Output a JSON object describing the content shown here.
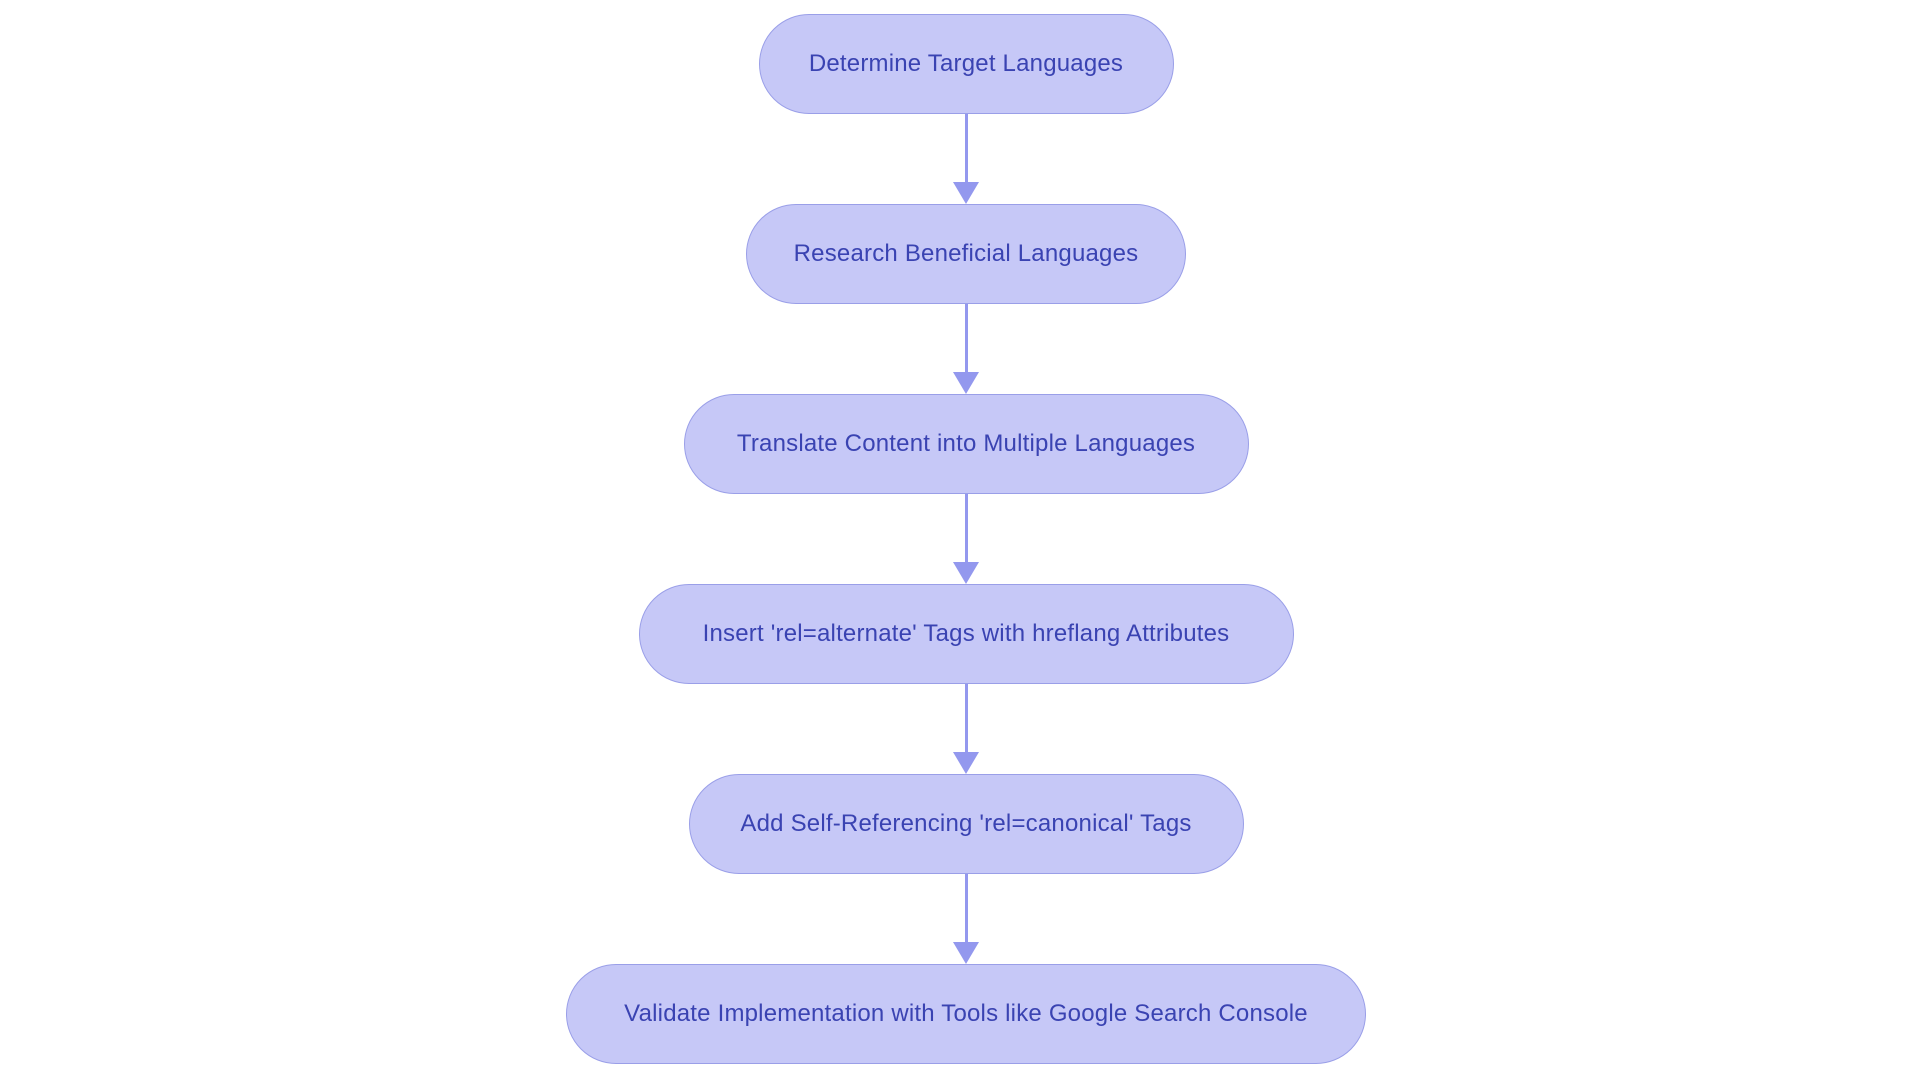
{
  "diagram": {
    "type": "flowchart",
    "direction": "top-down",
    "nodes": [
      {
        "label": "Determine Target Languages"
      },
      {
        "label": "Research Beneficial Languages"
      },
      {
        "label": "Translate Content into Multiple Languages"
      },
      {
        "label": "Insert 'rel=alternate' Tags with hreflang Attributes"
      },
      {
        "label": "Add Self-Referencing 'rel=canonical' Tags"
      },
      {
        "label": "Validate Implementation with Tools like Google Search Console"
      }
    ],
    "edges": [
      {
        "from": 0,
        "to": 1
      },
      {
        "from": 1,
        "to": 2
      },
      {
        "from": 2,
        "to": 3
      },
      {
        "from": 3,
        "to": 4
      },
      {
        "from": 4,
        "to": 5
      }
    ]
  },
  "colors": {
    "background": "#ffffff",
    "node_fill": "#c6c8f7",
    "node_border": "#9a9fe8",
    "node_text": "#3a43b2",
    "arrow": "#9398ee"
  }
}
